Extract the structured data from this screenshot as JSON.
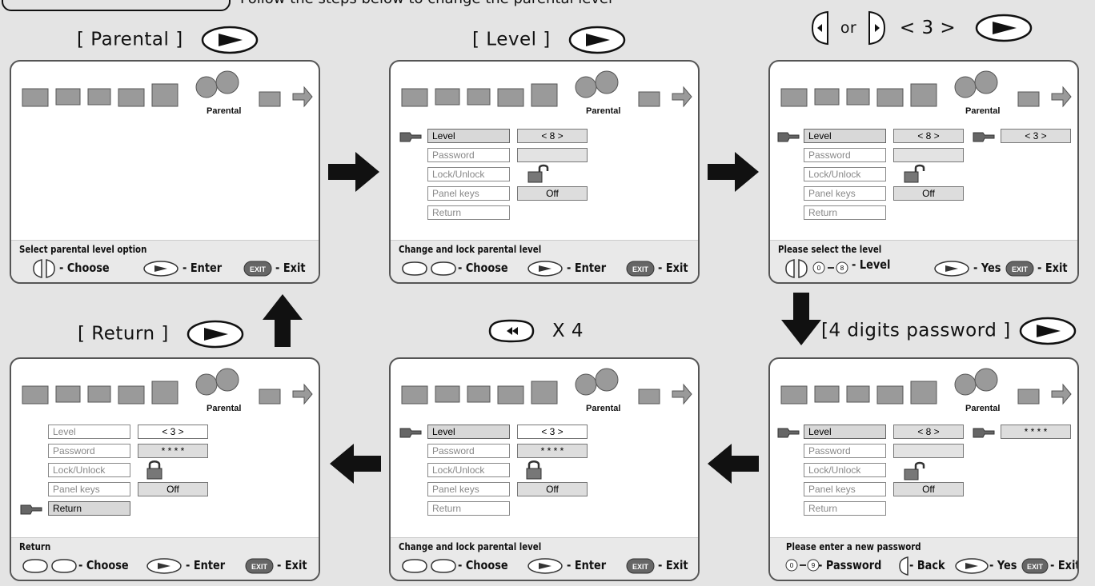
{
  "header_fragment": "Follow the steps below to change the parental level",
  "step_labels": {
    "s1": "[ Parental ]",
    "s2": "[ Level ]",
    "s3_or": "or",
    "s3_value": "< 3 >",
    "s4": "[4 digits password ]",
    "s5": "X 4",
    "s6": "[ Return ]"
  },
  "menu": {
    "title": "Parental",
    "labels": {
      "level": "Level",
      "password": "Password",
      "lock": "Lock/Unlock",
      "panel": "Panel keys",
      "return": "Return"
    }
  },
  "screens": {
    "s1": {
      "hint": "Select parental level option",
      "choose": "- Choose",
      "enter": "- Enter",
      "exit": "- Exit"
    },
    "s2": {
      "level_value": "< 8 >",
      "panel_value": "Off",
      "hint": "Change and lock parental level",
      "choose": "- Choose",
      "enter": "- Enter",
      "exit": "- Exit"
    },
    "s3": {
      "level_value": "< 8 >",
      "panel_value": "Off",
      "popup_value": "< 3 >",
      "hint": "Please select the level",
      "range": "- Level",
      "yes": "- Yes",
      "exit": "- Exit"
    },
    "s4": {
      "level_value": "< 8 >",
      "panel_value": "Off",
      "popup_value": "* * * *",
      "hint": "Please enter a new password",
      "password": "- Password",
      "back": "- Back",
      "yes": "- Yes",
      "exit": "- Exit"
    },
    "s5": {
      "level_value": "< 3 >",
      "password_value": "* * * *",
      "panel_value": "Off",
      "hint": "Change and lock parental level",
      "choose": "- Choose",
      "enter": "- Enter",
      "exit": "- Exit"
    },
    "s6": {
      "level_value": "< 3 >",
      "password_value": "* * * *",
      "panel_value": "Off",
      "hint": "Return",
      "choose": "- Choose",
      "enter": "- Enter",
      "exit": "- Exit"
    }
  },
  "button_labels": {
    "exit": "EXIT",
    "digit_0": "0",
    "digit_8": "8",
    "digit_9": "9"
  }
}
